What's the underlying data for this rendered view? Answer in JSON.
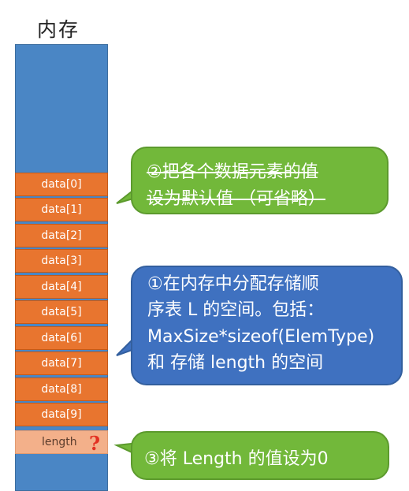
{
  "memory": {
    "title": "内存",
    "cells": [
      "data[0]",
      "data[1]",
      "data[2]",
      "data[3]",
      "data[4]",
      "data[5]",
      "data[6]",
      "data[7]",
      "data[8]",
      "data[9]"
    ],
    "length_label": "length",
    "length_mark": "?"
  },
  "callouts": {
    "step2": {
      "line1": "②把各个数据元素的值",
      "line2": "设为默认值 （可省略）"
    },
    "step1": {
      "line1": "①在内存中分配存储顺",
      "line2": "序表 L 的空间。包括：",
      "line3": "MaxSize*sizeof(ElemType)",
      "line4": "和 存储 length 的空间"
    },
    "step3": {
      "line1": "③将 Length 的值设为0"
    }
  },
  "colors": {
    "memory_bar": "#4a86c5",
    "cell": "#e8752f",
    "length_cell": "#f3b08a",
    "green_callout": "#72b83a",
    "blue_callout": "#3f71c0",
    "question_mark": "#e23022"
  }
}
